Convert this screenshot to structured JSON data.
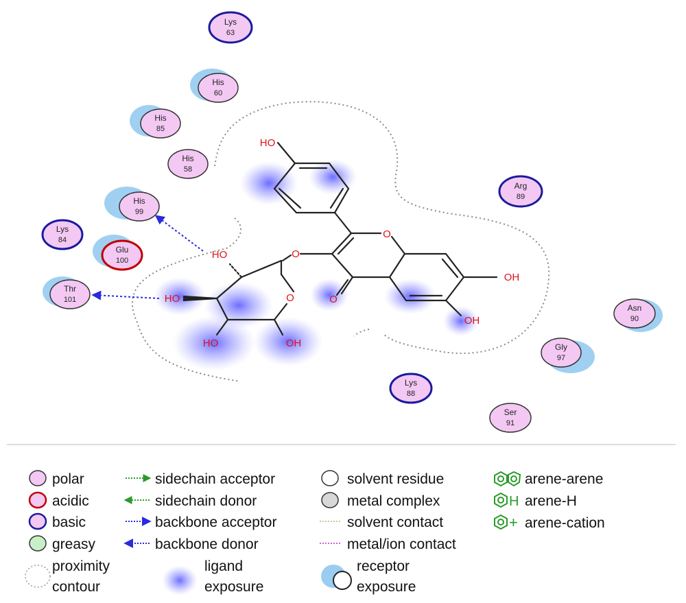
{
  "residues": [
    {
      "name": "Lys",
      "number": "63",
      "type": "basic",
      "exposure": false
    },
    {
      "name": "His",
      "number": "60",
      "type": "polar",
      "exposure": true
    },
    {
      "name": "His",
      "number": "85",
      "type": "polar",
      "exposure": true
    },
    {
      "name": "His",
      "number": "58",
      "type": "polar",
      "exposure": false
    },
    {
      "name": "His",
      "number": "99",
      "type": "polar",
      "exposure": true
    },
    {
      "name": "Lys",
      "number": "84",
      "type": "basic",
      "exposure": false
    },
    {
      "name": "Glu",
      "number": "100",
      "type": "acidic",
      "exposure": true
    },
    {
      "name": "Thr",
      "number": "101",
      "type": "polar",
      "exposure": true
    },
    {
      "name": "Arg",
      "number": "89",
      "type": "basic",
      "exposure": false
    },
    {
      "name": "Asn",
      "number": "90",
      "type": "polar",
      "exposure": true
    },
    {
      "name": "Gly",
      "number": "97",
      "type": "polar",
      "exposure": true
    },
    {
      "name": "Lys",
      "number": "88",
      "type": "basic",
      "exposure": false
    },
    {
      "name": "Ser",
      "number": "91",
      "type": "polar",
      "exposure": false
    }
  ],
  "atom_labels": {
    "oh_top": "HO",
    "o_ring": "O",
    "o_link": "O",
    "o_keto": "O",
    "oh_7": "OH",
    "oh_6": "OH",
    "sugar_oh_top": "HO",
    "sugar_o_ring": "O",
    "sugar_oh_left": "HO",
    "sugar_oh_bl": "HO",
    "sugar_oh_br": "OH"
  },
  "colors": {
    "polar_fill": "#f3c8f3",
    "acidic_stroke": "#c00000",
    "basic_stroke": "#1a1a9e",
    "greasy_fill": "#c8f0c8",
    "exposure_halo": "#88c4ee",
    "ligand_exposure": "#4b4bff",
    "backbone_arrow": "#2a2ae0",
    "arene_green": "#2a9a2a",
    "contour": "#888888",
    "solvent_contact": "#c8c890",
    "metal_contact": "#d060d0"
  },
  "legend": {
    "polar": "polar",
    "acidic": "acidic",
    "basic": "basic",
    "greasy": "greasy",
    "proximity_1": "proximity",
    "proximity_2": "contour",
    "sidechain_acceptor": "sidechain acceptor",
    "sidechain_donor": "sidechain donor",
    "backbone_acceptor": "backbone acceptor",
    "backbone_donor": "backbone donor",
    "ligand_exposure_1": "ligand",
    "ligand_exposure_2": "exposure",
    "solvent_residue": "solvent residue",
    "metal_complex": "metal complex",
    "solvent_contact": "solvent contact",
    "metal_ion_contact": "metal/ion contact",
    "receptor_exposure_1": "receptor",
    "receptor_exposure_2": "exposure",
    "arene_arene": "arene-arene",
    "arene_h": "arene-H",
    "arene_cation": "arene-cation",
    "arene_h_glyph": "H",
    "arene_cation_glyph": "+"
  }
}
